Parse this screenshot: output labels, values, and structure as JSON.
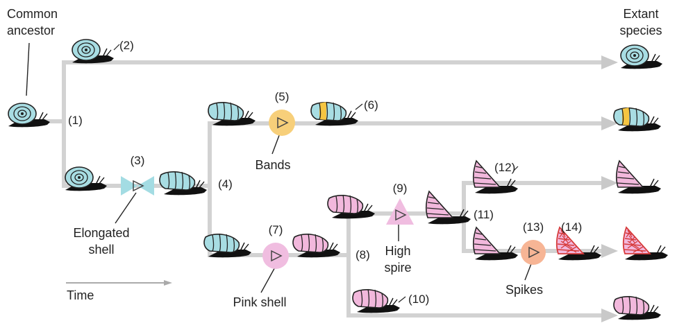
{
  "labels": {
    "common_ancestor_line1": "Common",
    "common_ancestor_line2": "ancestor",
    "extant_line1": "Extant",
    "extant_line2": "species",
    "time": "Time",
    "bands": "Bands",
    "elongated_line1": "Elongated",
    "elongated_line2": "shell",
    "pink_shell": "Pink shell",
    "high_spire_line1": "High",
    "high_spire_line2": "spire",
    "spikes": "Spikes"
  },
  "numbers": {
    "n1": "(1)",
    "n2": "(2)",
    "n3": "(3)",
    "n4": "(4)",
    "n5": "(5)",
    "n6": "(6)",
    "n7": "(7)",
    "n8": "(8)",
    "n9": "(9)",
    "n10": "(10)",
    "n11": "(11)",
    "n12": "(12)",
    "n13": "(13)",
    "n14": "(14)"
  },
  "colors": {
    "branch": "#d2d2d2",
    "snail_blue": "#a8dde3",
    "snail_pink": "#f2b8dc",
    "band_yellow": "#f5c542",
    "marker_blue": "#a3dce3",
    "marker_yellow": "#f7cf7a",
    "marker_pink": "#f0bde0",
    "marker_orange": "#f7b595",
    "spike_red": "#d63a3a",
    "body_black": "#111111"
  }
}
